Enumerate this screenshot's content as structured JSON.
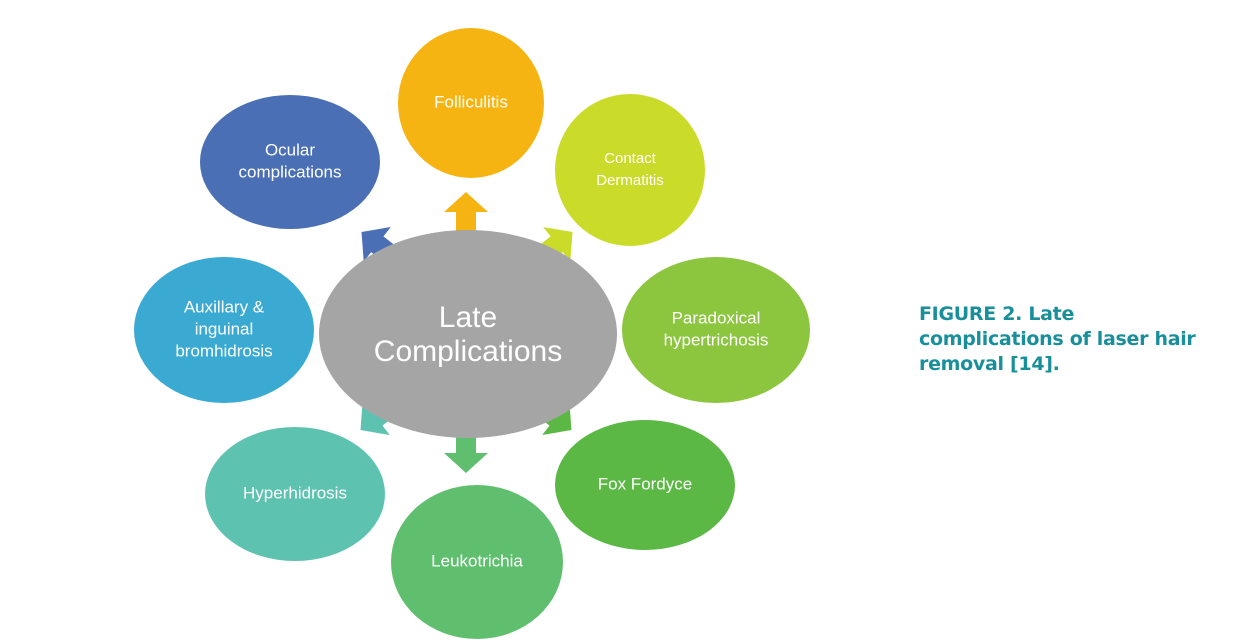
{
  "diagram": {
    "center": {
      "lines": [
        "Late",
        "Complications"
      ],
      "color": "#a5a5a5"
    },
    "nodes": [
      {
        "id": "folliculitis",
        "lines": [
          "Folliculitis"
        ],
        "color": "#f5b412"
      },
      {
        "id": "contact-dermatitis",
        "lines": [
          "Contact",
          "Dermatitis"
        ],
        "color": "#cbdb2a"
      },
      {
        "id": "paradoxical-hypertrichosis",
        "lines": [
          "Paradoxical",
          "hypertrichosis"
        ],
        "color": "#8cc63f"
      },
      {
        "id": "fox-fordyce",
        "lines": [
          "Fox Fordyce"
        ],
        "color": "#5bb845"
      },
      {
        "id": "leukotrichia",
        "lines": [
          "Leukotrichia"
        ],
        "color": "#5fbf6e"
      },
      {
        "id": "hyperhidrosis",
        "lines": [
          "Hyperhidrosis"
        ],
        "color": "#5dc3b0"
      },
      {
        "id": "bromhidrosis",
        "lines": [
          "Auxillary &",
          "inguinal",
          "bromhidrosis"
        ],
        "color": "#3aaad3"
      },
      {
        "id": "ocular-complications",
        "lines": [
          "Ocular",
          "complications"
        ],
        "color": "#4a6fb5"
      }
    ]
  },
  "caption": {
    "lines": [
      "FIGURE 2. Late",
      "complications of laser hair",
      "removal [14]."
    ],
    "color": "#1a8f9c"
  }
}
